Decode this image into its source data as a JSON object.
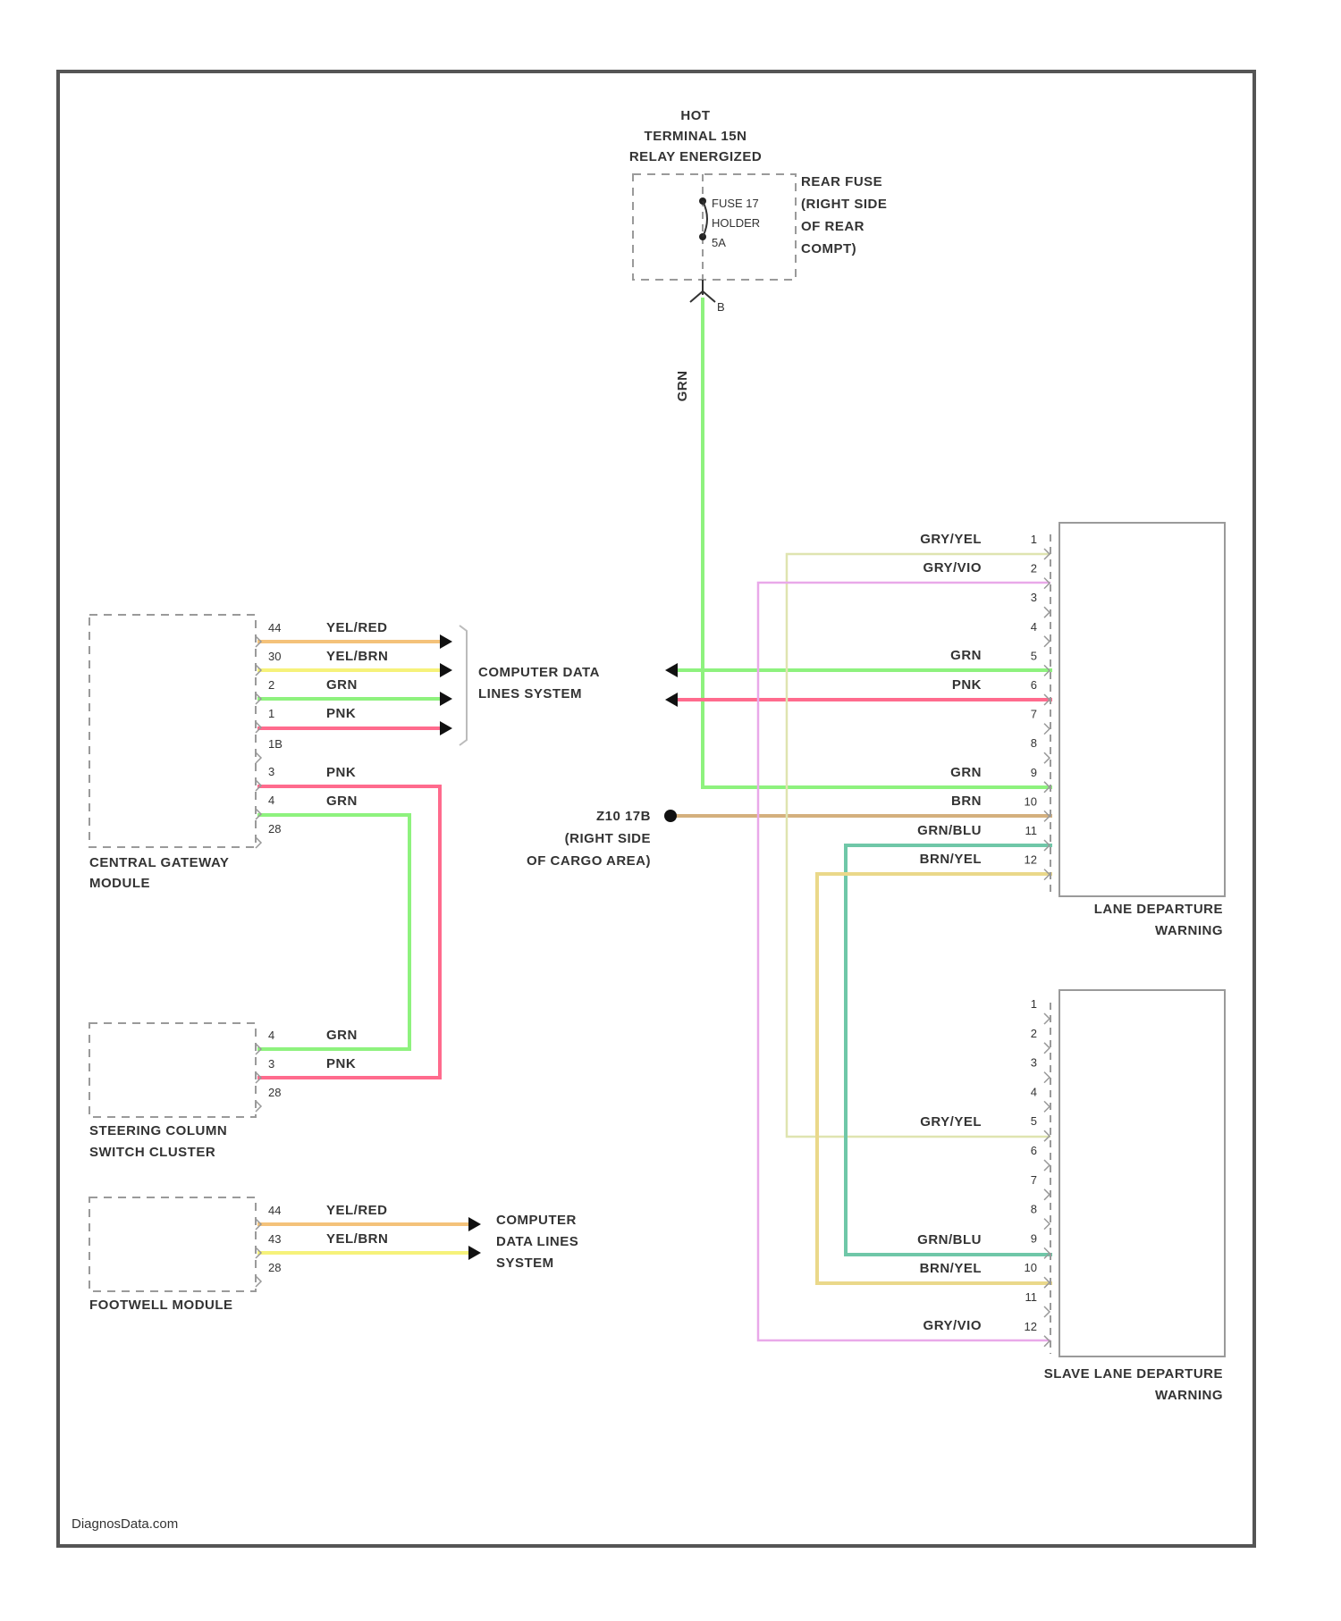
{
  "hot_label": {
    "line1": "HOT",
    "line2": "TERMINAL 15N",
    "line3": "RELAY ENERGIZED"
  },
  "fuse": {
    "line1": "FUSE 17",
    "line2": "HOLDER",
    "line3": "5A"
  },
  "rear_fuse": {
    "line1": "REAR FUSE",
    "line2": "(RIGHT SIDE",
    "line3": "OF REAR",
    "line4": "COMPT)"
  },
  "fuse_pin": "B",
  "grn_vertical": "GRN",
  "central_gateway": {
    "name1": "CENTRAL GATEWAY",
    "name2": "MODULE",
    "pins": [
      "44",
      "30",
      "2",
      "1",
      "1B",
      "3",
      "4",
      "28"
    ],
    "wires": [
      "YEL/RED",
      "YEL/BRN",
      "GRN",
      "PNK",
      "PNK",
      "GRN"
    ]
  },
  "cdl_top": {
    "line1": "COMPUTER DATA",
    "line2": "LINES SYSTEM"
  },
  "z10": {
    "line1": "Z10 17B",
    "line2": "(RIGHT SIDE",
    "line3": "OF CARGO AREA)"
  },
  "steering": {
    "name1": "STEERING COLUMN",
    "name2": "SWITCH CLUSTER",
    "pins": [
      "4",
      "3",
      "28"
    ],
    "wires": [
      "GRN",
      "PNK"
    ]
  },
  "footwell": {
    "name": "FOOTWELL MODULE",
    "pins": [
      "44",
      "43",
      "28"
    ],
    "wires": [
      "YEL/RED",
      "YEL/BRN"
    ]
  },
  "cdl_bottom": {
    "line1": "COMPUTER",
    "line2": "DATA LINES",
    "line3": "SYSTEM"
  },
  "ldw": {
    "name1": "LANE DEPARTURE",
    "name2": "WARNING",
    "pins": [
      "1",
      "2",
      "3",
      "4",
      "5",
      "6",
      "7",
      "8",
      "9",
      "10",
      "11",
      "12"
    ],
    "wires": [
      "GRY/YEL",
      "GRY/VIO",
      "GRN",
      "PNK",
      "GRN",
      "BRN",
      "GRN/BLU",
      "BRN/YEL"
    ]
  },
  "slave": {
    "name1": "SLAVE LANE DEPARTURE",
    "name2": "WARNING",
    "pins": [
      "1",
      "2",
      "3",
      "4",
      "5",
      "6",
      "7",
      "8",
      "9",
      "10",
      "11",
      "12"
    ],
    "wires": [
      "GRY/YEL",
      "GRN/BLU",
      "BRN/YEL",
      "GRY/VIO"
    ]
  },
  "watermark": "DiagnosData.com",
  "colors": {
    "grn": "#8ef27e",
    "pnk": "#ff6b8d",
    "yel_red": "#f4c27a",
    "yel_brn": "#f6f27a",
    "gry_yel": "#dfe4b0",
    "gry_vio": "#e9a9e9",
    "brn": "#d4b07e",
    "grn_blu": "#6fc7a8",
    "brn_yel": "#ead88a"
  }
}
